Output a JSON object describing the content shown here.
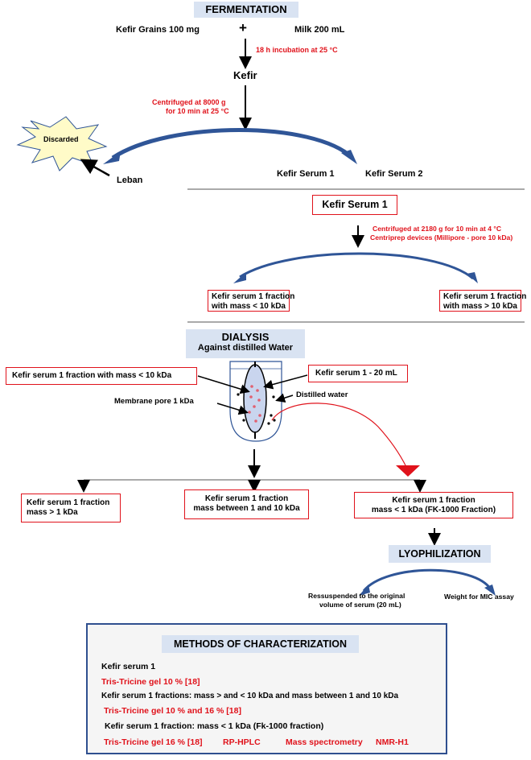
{
  "colors": {
    "red": "#e0121b",
    "arrow_blue": "#2f5597",
    "header_bg": "#d9e3f2",
    "methods_border": "#2f4f8f"
  },
  "fermentation": {
    "title": "FERMENTATION",
    "grains": "Kefir Grains 100 mg",
    "plus": "+",
    "milk": "Milk 200 mL",
    "incubation": "18 h incubation at 25 °C",
    "kefir": "Kefir",
    "centrifuge_line1": "Centrifuged at 8000 g",
    "centrifuge_line2": "for 10 min at 25 °C",
    "discarded": "Discarded",
    "leban": "Leban",
    "serum1": "Kefir Serum 1",
    "serum2": "Kefir Serum 2"
  },
  "serum_section": {
    "box_title": "Kefir Serum 1",
    "centrifuge_line1": "Centrifuged at 2180 g for 10 min at 4 °C",
    "centrifuge_line2": "Centriprep devices (Millipore - pore 10 kDa)",
    "left_line1": "Kefir serum 1 fraction",
    "left_line2": "with mass < 10  kDa",
    "right_line1": "Kefir serum 1 fraction",
    "right_line2": "with mass > 10 kDa"
  },
  "dialysis": {
    "title": "DIALYSIS",
    "subtitle": "Against distilled Water",
    "input_label": "Kefir serum 1 fraction with mass < 10  kDa",
    "volume_label": "Kefir serum 1 -  20 mL",
    "membrane": "Membrane pore 1 kDa",
    "water": "Distilled water",
    "out1_line1": "Kefir serum 1 fraction",
    "out1_line2": "mass > 1 kDa",
    "out2_line1": "Kefir serum 1  fraction",
    "out2_line2": "mass between 1 and 10 kDa",
    "out3_line1": "Kefir serum 1 fraction",
    "out3_line2": "mass < 1 kDa  (FK-1000 Fraction)"
  },
  "lyophilization": {
    "title": "LYOPHILIZATION",
    "left_line1": "Ressuspended to the original",
    "left_line2": "volume of serum (20 mL)",
    "right": "Weight for MIC assay"
  },
  "methods": {
    "title": "METHODS OF CHARACTERIZATION",
    "l1": "Kefir serum 1",
    "l2": "Tris-Tricine gel 10 % [18]",
    "l3": "Kefir serum 1 fractions: mass >  and  < 10 kDa and  mass between 1 and 10 kDa",
    "l4": "Tris-Tricine gel 10 %  and  16 % [18]",
    "l5": "Kefir serum 1 fraction: mass < 1 kDa (Fk-1000 fraction)",
    "l6a": "Tris-Tricine gel 16 % [18]",
    "l6b": "RP-HPLC",
    "l6c": "Mass spectrometry",
    "l6d": "NMR-H1"
  }
}
